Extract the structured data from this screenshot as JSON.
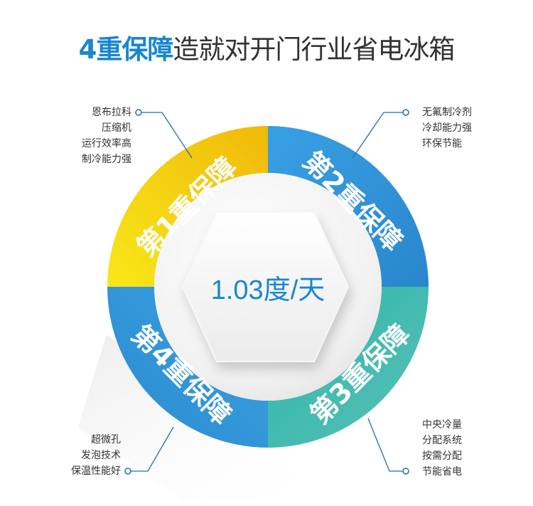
{
  "title": {
    "highlight": "4重保障",
    "rest": "造就对开门行业省电冰箱"
  },
  "center": {
    "value": "1.03度/天"
  },
  "segments": [
    {
      "label": "第1重保障",
      "color": "#f3c20c"
    },
    {
      "label": "第2重保障",
      "color": "#2f93d8"
    },
    {
      "label": "第3重保障",
      "color": "#2db2a7"
    },
    {
      "label": "第4重保障",
      "color": "#2f93d8"
    }
  ],
  "notes": {
    "g1": [
      "恩布拉科",
      "压缩机",
      "运行效率高",
      "制冷能力强"
    ],
    "g2": [
      "无氟制冷剂",
      "冷却能力强",
      "环保节能"
    ],
    "g3": [
      "中央冷量",
      "分配系统",
      "按需分配",
      "节能省电"
    ],
    "g4": [
      "超微孔",
      "发泡技术",
      "保温性能好"
    ]
  },
  "colors": {
    "accent": "#1a86d0",
    "line": "#1f6fb5"
  }
}
